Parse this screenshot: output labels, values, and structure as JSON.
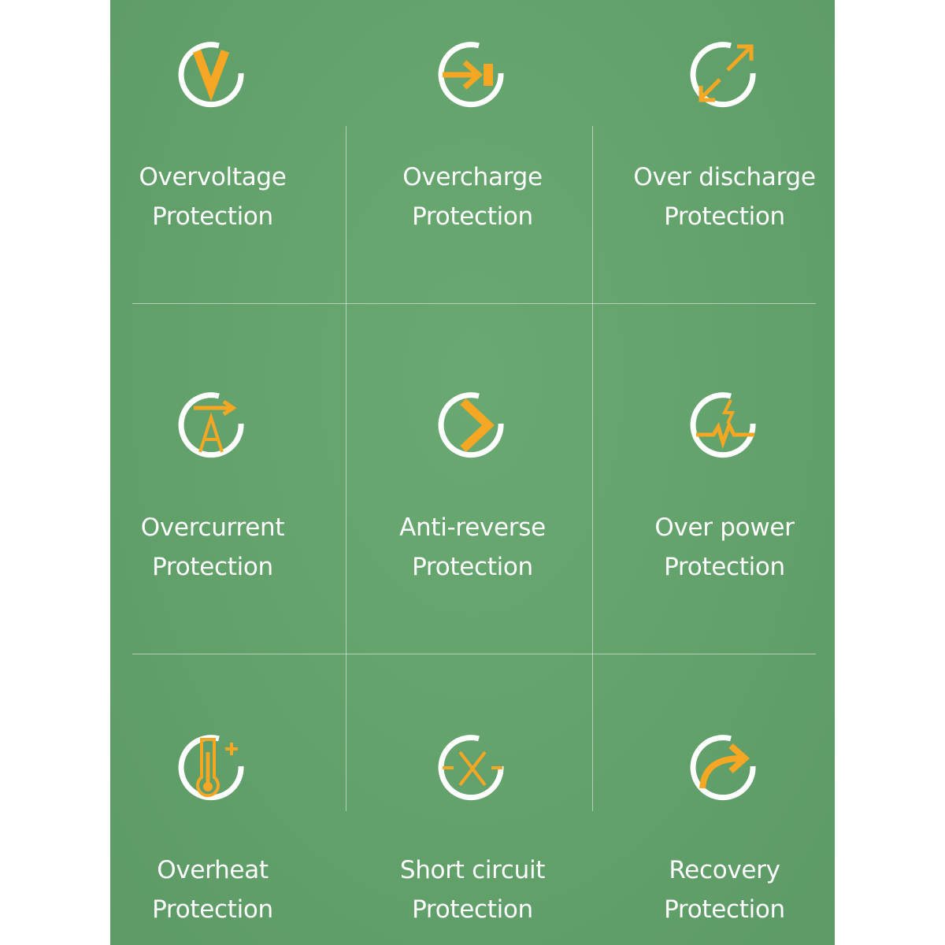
{
  "colors": {
    "background": "#64a36c",
    "accent": "#f5a623",
    "ring": "#ffffff",
    "text": "#ffffff",
    "grid_line": "#cfe3d2"
  },
  "features": [
    {
      "icon": "overvoltage-icon",
      "line1": "Overvoltage",
      "line2": "Protection"
    },
    {
      "icon": "overcharge-icon",
      "line1": "Overcharge",
      "line2": "Protection"
    },
    {
      "icon": "over-discharge-icon",
      "line1": "Over discharge",
      "line2": "Protection"
    },
    {
      "icon": "overcurrent-icon",
      "line1": "Overcurrent",
      "line2": "Protection"
    },
    {
      "icon": "anti-reverse-icon",
      "line1": "Anti-reverse",
      "line2": "Protection"
    },
    {
      "icon": "over-power-icon",
      "line1": "Over power",
      "line2": "Protection"
    },
    {
      "icon": "overheat-icon",
      "line1": "Overheat",
      "line2": "Protection"
    },
    {
      "icon": "short-circuit-icon",
      "line1": "Short circuit",
      "line2": "Protection"
    },
    {
      "icon": "recovery-icon",
      "line1": "Recovery",
      "line2": "Protection"
    }
  ]
}
